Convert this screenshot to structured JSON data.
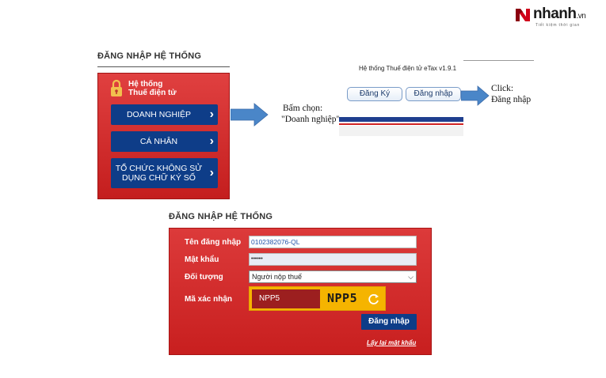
{
  "brand": {
    "name": "nhanh",
    "suffix": ".vn",
    "tagline": "Tiết kiệm thời gian",
    "color": "#d0021b"
  },
  "login_type_panel": {
    "title": "ĐĂNG NHẬP HỆ THỐNG",
    "system_label_line1": "Hệ thống",
    "system_label_line2": "Thuế điện tử",
    "buttons": [
      {
        "label": "DOANH NGHIỆP"
      },
      {
        "label": "CÁ NHÂN"
      },
      {
        "label_line1": "TỔ CHỨC KHÔNG SỬ",
        "label_line2": "DỤNG CHỮ KÝ SỐ"
      }
    ],
    "chevron": "›"
  },
  "annotations": {
    "step1_line1": "Bấm chọn:",
    "step1_line2": "\"Doanh nghiệp\"",
    "step2_line1": "Click:",
    "step2_line2": "Đăng nhập"
  },
  "etax_header": {
    "title": "Hệ thống Thuế điện tử eTax v1.9.1",
    "register_label": "Đăng Ký",
    "login_label": "Đăng nhập"
  },
  "login_form": {
    "title": "ĐĂNG NHẬP HỆ THỐNG",
    "username_label": "Tên đăng nhập",
    "username_value": "0102382076-QL",
    "password_label": "Mật khẩu",
    "password_value": "••••••",
    "object_label": "Đối tượng",
    "object_value": "Người nộp thuế",
    "captcha_label": "Mã xác nhận",
    "captcha_input_value": "NPP5",
    "captcha_code": "NPP5",
    "submit_label": "Đăng nhập",
    "forgot_label": "Lấy lại mật khẩu"
  },
  "colors": {
    "panel_red": "#d02a2a",
    "button_navy": "#0e3d88",
    "arrow_blue": "#4a86c8",
    "captcha_yellow": "#f5b400"
  }
}
